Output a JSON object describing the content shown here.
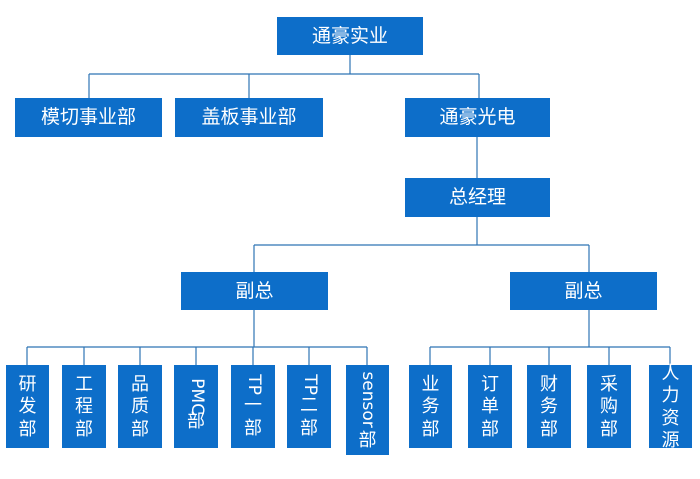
{
  "org": {
    "root": "通豪实业",
    "level1": [
      "模切事业部",
      "盖板事业部",
      "通豪光电"
    ],
    "general_manager": "总经理",
    "deputy_left": "副总",
    "deputy_right": "副总",
    "left_depts": [
      "研发部",
      "工程部",
      "品质部",
      "PMC部",
      "TP一部",
      "TP二部",
      "sensor部"
    ],
    "right_depts": [
      "业务部",
      "订单部",
      "财务部",
      "采购部",
      "人力资源"
    ]
  },
  "colors": {
    "box": "#0d6ec9",
    "line": "#2e74b5",
    "text": "#ffffff"
  }
}
